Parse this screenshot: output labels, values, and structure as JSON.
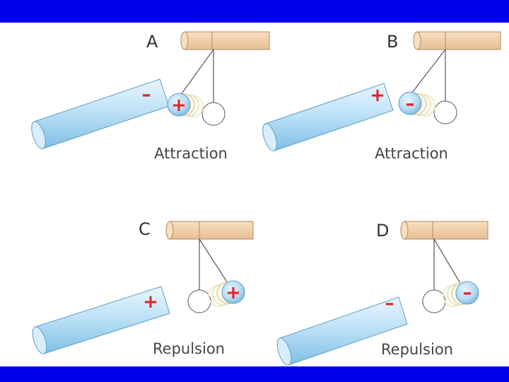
{
  "colors": {
    "frame": "#0000ee",
    "background": "#ffffff",
    "rod": "#c8e6f8",
    "support": "#f3d2ab",
    "sign": "#e0242a"
  },
  "panels": [
    {
      "letter": "A",
      "caption": "Attraction",
      "rod_charge": "–",
      "ball_charge": "+"
    },
    {
      "letter": "B",
      "caption": "Attraction",
      "rod_charge": "+",
      "ball_charge": "–"
    },
    {
      "letter": "C",
      "caption": "Repulsion",
      "rod_charge": "+",
      "ball_charge": "+"
    },
    {
      "letter": "D",
      "caption": "Repulsion",
      "rod_charge": "–",
      "ball_charge": "–"
    }
  ]
}
